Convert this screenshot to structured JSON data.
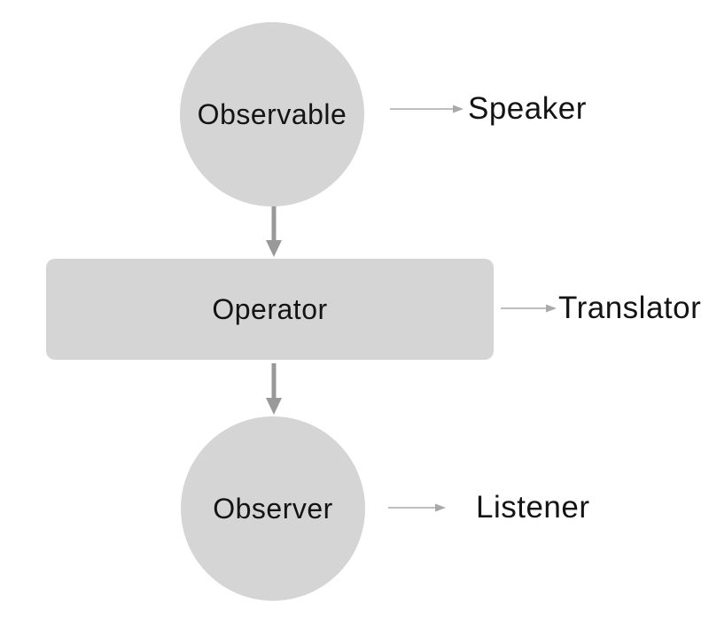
{
  "diagram": {
    "nodes": {
      "observable": {
        "label": "Observable",
        "shape": "circle",
        "annotation": "Speaker"
      },
      "operator": {
        "label": "Operator",
        "shape": "rounded-rect",
        "annotation": "Translator"
      },
      "observer": {
        "label": "Observer",
        "shape": "circle",
        "annotation": "Listener"
      }
    },
    "arrows": [
      {
        "name": "observable-to-operator",
        "style": "thick",
        "direction": "down"
      },
      {
        "name": "operator-to-observer",
        "style": "thick",
        "direction": "down"
      },
      {
        "name": "observable-to-speaker",
        "style": "thin",
        "direction": "right"
      },
      {
        "name": "operator-to-translator",
        "style": "thin",
        "direction": "right"
      },
      {
        "name": "observer-to-listener",
        "style": "thin",
        "direction": "right"
      }
    ],
    "colors": {
      "background": "#ffffff",
      "node_fill": "#d5d5d5",
      "thick_arrow": "#999999",
      "thin_arrow": "#a9a9a9",
      "text": "#141414"
    }
  }
}
